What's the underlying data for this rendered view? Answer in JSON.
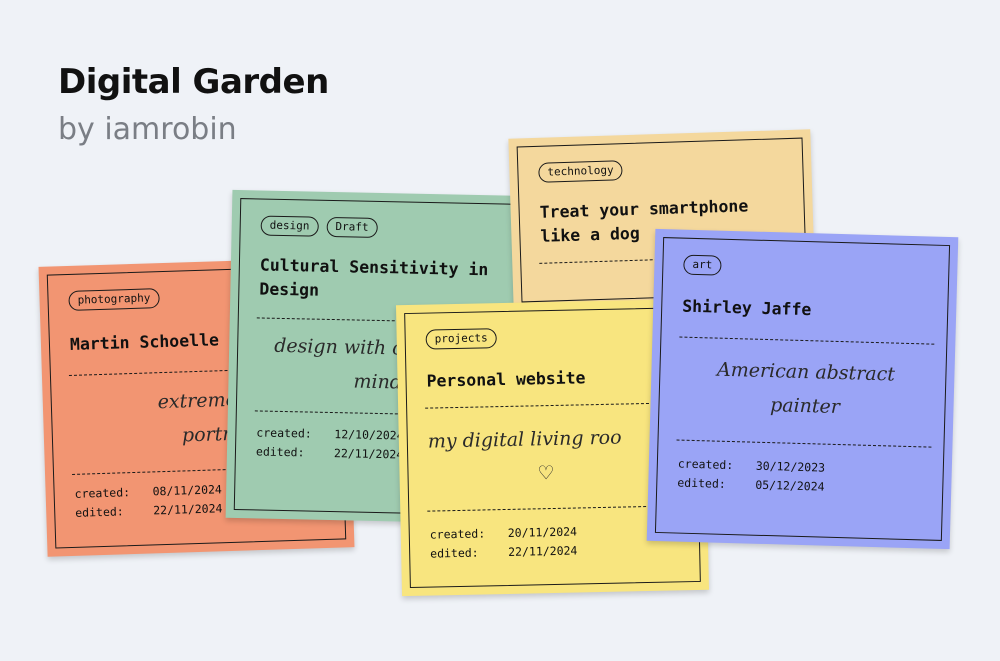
{
  "header": {
    "title": "Digital Garden",
    "subtitle": "by iamrobin"
  },
  "labels": {
    "created": "created:",
    "edited": "edited:"
  },
  "cards": [
    {
      "id": "photography",
      "tags": [
        "photography"
      ],
      "title": "Martin Schoelle",
      "note": [
        "extreme clo",
        "portrai"
      ],
      "created": "08/11/2024",
      "edited": "22/11/2024",
      "color": "#f29572"
    },
    {
      "id": "design",
      "tags": [
        "design",
        "Draft"
      ],
      "title": "Cultural Sensitivity in Design",
      "note": [
        "design with c",
        "mind"
      ],
      "created": "12/10/2024",
      "edited": "22/11/2024",
      "color": "#9fcbb0"
    },
    {
      "id": "technology",
      "tags": [
        "technology"
      ],
      "title": "Treat your smartphone like a dog",
      "color": "#f4d89d"
    },
    {
      "id": "projects",
      "tags": [
        "projects"
      ],
      "title": "Personal website",
      "note": [
        "my digital living roo",
        "♡"
      ],
      "created": "20/11/2024",
      "edited": "22/11/2024",
      "color": "#f8e57f"
    },
    {
      "id": "art",
      "tags": [
        "art"
      ],
      "title": "Shirley Jaffe",
      "note": [
        "American abstract",
        "painter"
      ],
      "created": "30/12/2023",
      "edited": "05/12/2024",
      "color": "#9aa4f6"
    }
  ]
}
